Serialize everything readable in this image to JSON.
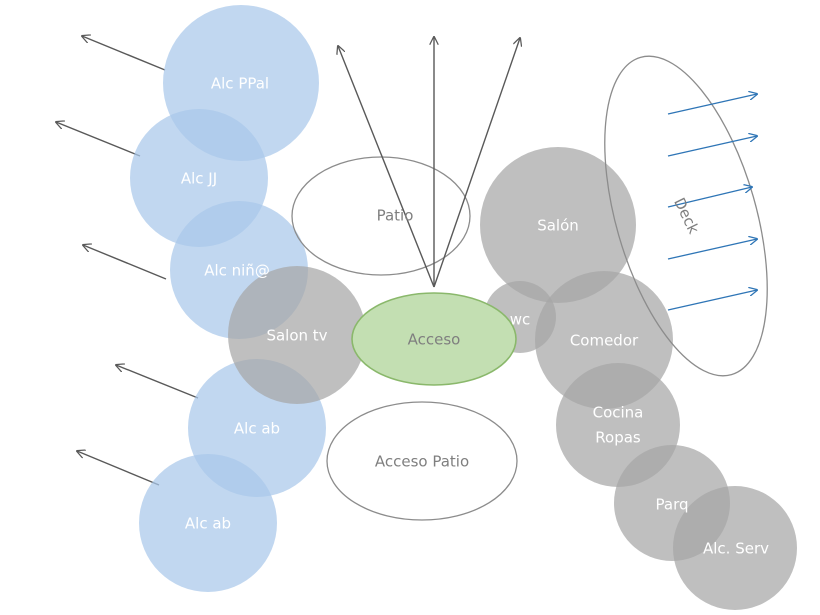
{
  "colors": {
    "blue_fill": "#a9c8ea",
    "gray_fill": "#a6a6a6",
    "green_fill": "#c3dfb2",
    "green_stroke": "#8ab86b",
    "outline": "#8c8c8c",
    "arrow_dark": "#595959",
    "arrow_blue": "#2e75b6"
  },
  "nodes": {
    "alc_ppal": "Alc PPal",
    "alc_jj": "Alc JJ",
    "alc_nino": "Alc niñ@",
    "alc_ab_1": "Alc ab",
    "alc_ab_2": "Alc ab",
    "salon_tv": "Salon tv",
    "patio": "Patio",
    "acceso": "Acceso",
    "acceso_patio": "Acceso Patio",
    "salon": "Salón",
    "wc": "wc",
    "comedor": "Comedor",
    "cocina_line1": "Cocina",
    "cocina_line2": "Ropas",
    "parq": "Parq",
    "alc_serv": "Alc. Serv",
    "deck": "Deck"
  }
}
